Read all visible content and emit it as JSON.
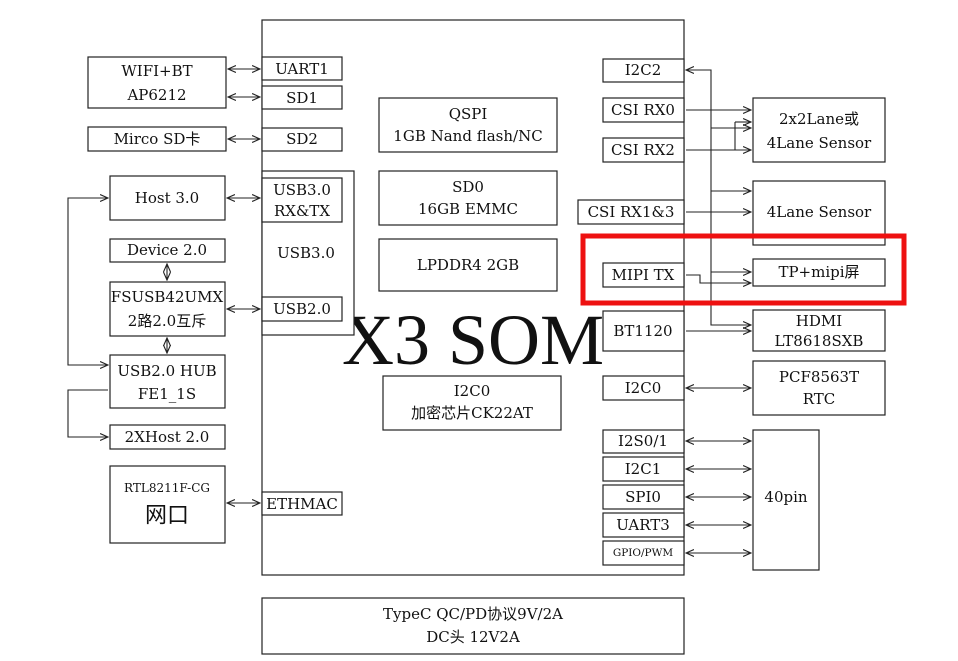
{
  "som": {
    "title": "X3 SOM"
  },
  "left_iface": {
    "uart1": "UART1",
    "sd1": "SD1",
    "sd2": "SD2",
    "usb30_rxtx_line1": "USB3.0",
    "usb30_rxtx_line2": "RX&TX",
    "usb30": "USB3.0",
    "usb20": "USB2.0",
    "ethmac": "ETHMAC"
  },
  "left_devices": {
    "wifi_line1": "WIFI+BT",
    "wifi_line2": "AP6212",
    "sdcard": "Mirco SD卡",
    "host30": "Host 3.0",
    "device20": "Device 2.0",
    "fsusb_line1": "FSUSB42UMX",
    "fsusb_line2": "2路2.0互斥",
    "hub_line1": "USB2.0 HUB",
    "hub_line2": "FE1_1S",
    "xhost": "2XHost 2.0",
    "rtl_line1": "RTL8211F-CG",
    "rtl_line2": "网口"
  },
  "center": {
    "qspi_line1": "QSPI",
    "qspi_line2": "1GB Nand flash/NC",
    "sd0_line1": "SD0",
    "sd0_line2": "16GB EMMC",
    "lpddr": "LPDDR4 2GB",
    "i2c0_line1": "I2C0",
    "i2c0_line2": "加密芯片CK22AT"
  },
  "right_iface": {
    "i2c2": "I2C2",
    "csi_rx0": "CSI RX0",
    "csi_rx2": "CSI RX2",
    "csi_rx13": "CSI RX1&3",
    "mipi_tx": "MIPI TX",
    "bt1120": "BT1120",
    "i2c0": "I2C0",
    "i2s": "I2S0/1",
    "i2c1": "I2C1",
    "spi0": "SPI0",
    "uart3": "UART3",
    "gpio": "GPIO/PWM"
  },
  "right_devices": {
    "sensor1_line1": "2x2Lane或",
    "sensor1_line2": "4Lane Sensor",
    "sensor2": "4Lane Sensor",
    "tp": "TP+mipi屏",
    "hdmi_line1": "HDMI",
    "hdmi_line2": "LT8618SXB",
    "rtc_line1": "PCF8563T",
    "rtc_line2": "RTC",
    "pin40": "40pin"
  },
  "power": {
    "line1": "TypeC QC/PD协议9V/2A",
    "line2": "DC头 12V2A"
  },
  "colors": {
    "highlight": "#ee1111",
    "stroke": "#222222"
  }
}
